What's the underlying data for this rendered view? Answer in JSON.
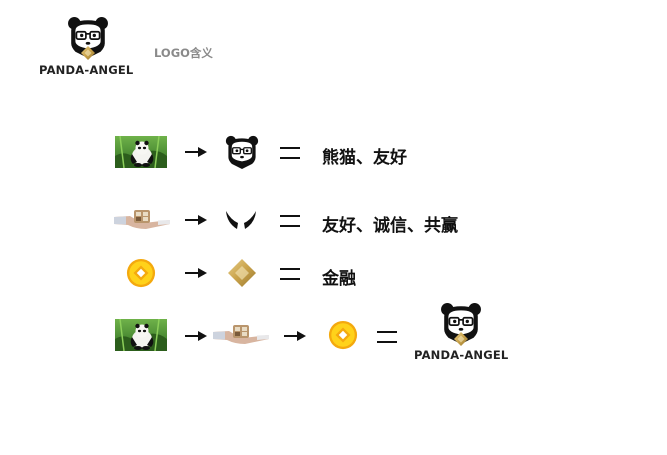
{
  "brand": {
    "name": "PANDA-ANGEL"
  },
  "section": {
    "title": "LOGO含义"
  },
  "rows": [
    {
      "meaning": "熊猫、友好"
    },
    {
      "meaning": "友好、诚信、共赢"
    },
    {
      "meaning": "金融"
    }
  ],
  "result": {
    "brand_name": "PANDA-ANGEL"
  },
  "colors": {
    "gold": "#c9a24a",
    "coin_orange": "#f4a90e",
    "coin_yellow": "#ffd21a",
    "photo_green": "#3f8f2e"
  },
  "icons": [
    "panda-logo-icon",
    "panda-photo",
    "handshake-photo",
    "coin-icon",
    "diamond-icon",
    "panda-face-icon",
    "horns-icon",
    "arrow-icon",
    "equals-icon"
  ]
}
